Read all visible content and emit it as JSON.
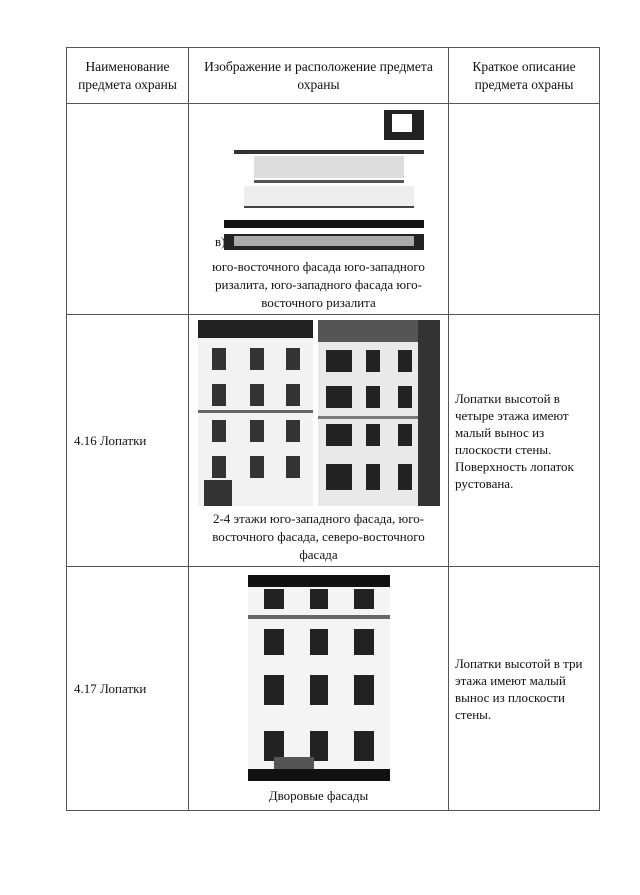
{
  "header": {
    "col1": "Наименование предмета охраны",
    "col2": "Изображение и расположение предмета охраны",
    "col3": "Краткое описание предмета охраны"
  },
  "rows": [
    {
      "name": "",
      "image_letter": "в)",
      "caption": "юго-восточного фасада юго-западного ризалита, юго-западного фасада юго-восточного ризалита",
      "description": ""
    },
    {
      "name": "4.16 Лопатки",
      "caption": "2-4 этажи юго-западного фасада, юго-восточного фасада, северо-восточного фасада",
      "description": "Лопатки высотой в четыре этажа имеют малый вынос из плоскости стены. Поверхность лопаток рустована."
    },
    {
      "name": "4.17 Лопатки",
      "caption": "Дворовые фасады",
      "description": "Лопатки высотой в три этажа имеют малый вынос из плоскости стены."
    }
  ]
}
